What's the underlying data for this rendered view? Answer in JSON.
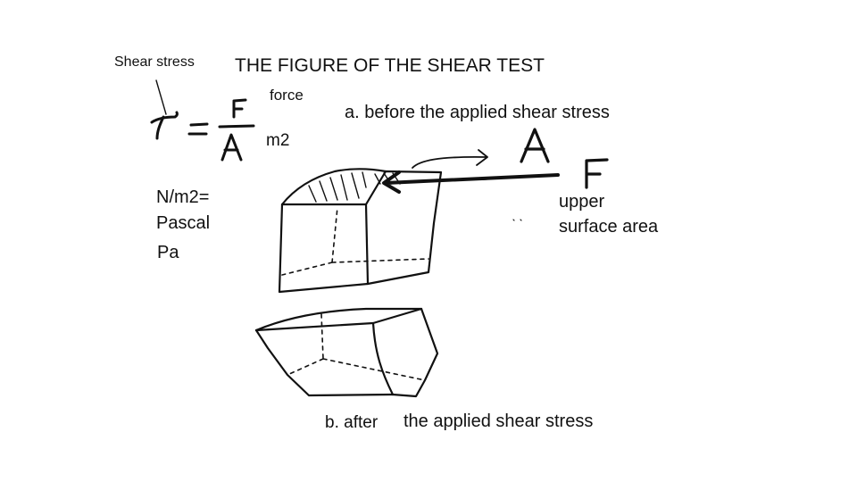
{
  "labels": {
    "shear_stress": "Shear stress",
    "title": "THE FIGURE OF THE SHEAR TEST",
    "force": "force",
    "m2": "m2",
    "before": "a. before the applied shear stress",
    "units_line1": "N/m2=",
    "units_line2": "Pascal",
    "units_line3": "Pa",
    "upper": "upper",
    "surface_area": "surface area",
    "after_prefix": "b. after",
    "after_rest": "the applied shear stress"
  },
  "handwriting": {
    "tau_symbol": "τ",
    "equals": "=",
    "numerator": "F",
    "denominator": "A",
    "area_symbol": "A",
    "force_symbol": "F"
  }
}
